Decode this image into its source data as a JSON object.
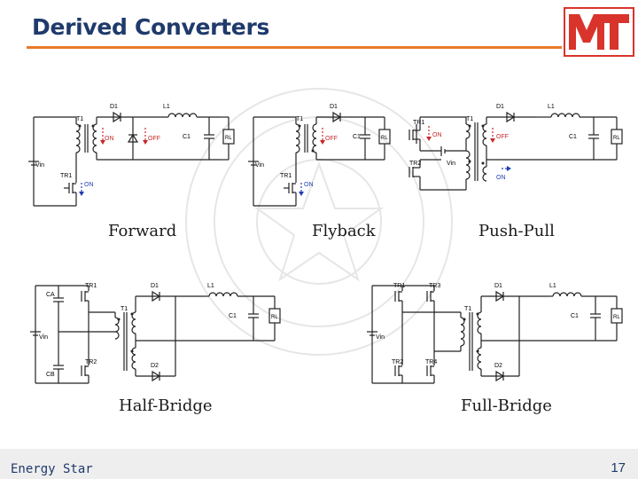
{
  "slide": {
    "title": "Derived Converters",
    "page_number": "17",
    "footer_text": "Energy Star",
    "accent_color": "#e87a2a",
    "title_color": "#1f3a6b",
    "logo_color": "#d9342b"
  },
  "captions": {
    "forward": "Forward",
    "flyback": "Flyback",
    "push_pull": "Push-Pull",
    "half_bridge": "Half-Bridge",
    "full_bridge": "Full-Bridge"
  },
  "labels": {
    "forward": {
      "d1": "D1",
      "l1": "L1",
      "t1": "T1",
      "c1": "C1",
      "rl": "RL",
      "vin": "Vin",
      "tr1": "TR1",
      "on": "ON",
      "off": "OFF",
      "on_sw": "ON"
    },
    "flyback": {
      "d1": "D1",
      "t1": "T1",
      "c1": "C1",
      "rl": "RL",
      "vin": "Vin",
      "tr1": "TR1",
      "off": "OFF",
      "on_sw": "ON"
    },
    "push_pull": {
      "tr1": "TR1",
      "t1": "T1",
      "d1": "D1",
      "l1": "L1",
      "c1": "C1",
      "rl": "RL",
      "vin": "Vin",
      "tr2": "TR2",
      "on": "ON",
      "off": "OFF",
      "on2": "ON"
    },
    "half_bridge": {
      "tr1": "TR1",
      "ca": "CA",
      "d1": "D1",
      "l1": "L1",
      "t1": "T1",
      "c1": "C1",
      "rl": "RL",
      "vin": "Vin",
      "tr2": "TR2",
      "cb": "CB",
      "d2": "D2"
    },
    "full_bridge": {
      "tr1": "TR1",
      "tr3": "TR3",
      "d1": "D1",
      "l1": "L1",
      "t1": "T1",
      "c1": "C1",
      "rl": "RL",
      "vin": "Vin",
      "tr2": "TR2",
      "tr4": "TR4",
      "d2": "D2"
    }
  }
}
